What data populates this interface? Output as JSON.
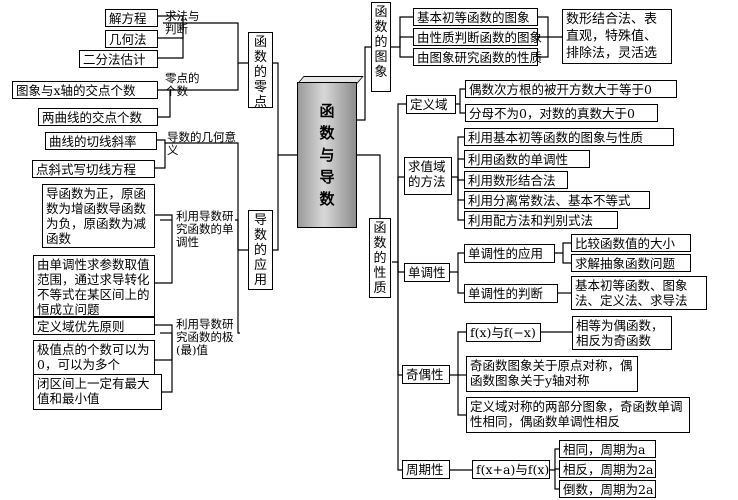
{
  "center": {
    "title": "函数与导数"
  },
  "left": {
    "zero": {
      "title": "函数的零点",
      "label_solve": "求法与判断",
      "label_count": "零点的个数",
      "items": [
        "解方程",
        "几何法",
        "二分法估计",
        "图象与x轴的交点个数",
        "两曲线的交点个数"
      ]
    },
    "deriv": {
      "title": "导数的应用",
      "label_geom": "导数的几何意义",
      "label_mono": "利用导数研究函数的单调性",
      "label_ext": "利用导数研究函数的极(最)值",
      "items": [
        "曲线的切线斜率",
        "点斜式写切线方程",
        "导函数为正，原函数为增函数导函数为负，原函数为减函数",
        "由单调性求参数取值范围，通过求导转化不等式在某区间上的恒成立问题",
        "定义域优先原则",
        "极值点的个数可以为0，可以为多个",
        "闭区间上一定有最大值和最小值"
      ]
    }
  },
  "right": {
    "graph": {
      "title": "函数的图象",
      "items": [
        "基本初等函数的图象",
        "由性质判断函数的图象",
        "由图象研究函数的性质"
      ],
      "method": "数形结合法、表直观，特殊值、排除法，灵活选"
    },
    "props": {
      "title": "函数的性质",
      "domain": {
        "title": "定义域",
        "items": [
          "偶数次方根的被开方数大于等于0",
          "分母不为0，对数的真数大于0"
        ]
      },
      "range": {
        "title": "求值域的方法",
        "items": [
          "利用基本初等函数的图象与性质",
          "利用函数的单调性",
          "利用数形结合法",
          "利用分离常数法、基本不等式",
          "利用配方法和判别式法"
        ]
      },
      "mono": {
        "title": "单调性",
        "app": "单调性的应用",
        "app_items": [
          "比较函数值的大小",
          "求解抽象函数问题"
        ],
        "judge": "单调性的判断",
        "judge_detail": "基本初等函数、图象法、定义法、求导法"
      },
      "parity": {
        "title": "奇偶性",
        "rel": "f(x)与f(−x)",
        "rel_detail": "相等为偶函数，相反为奇函数",
        "sym": "奇函数图象关于原点对称，偶函数图象关于y轴对称",
        "mono": "定义域对称的两部分图象，奇函数单调性相同，偶函数单调性相反"
      },
      "period": {
        "title": "周期性",
        "rel": "f(x+a)与f(x)",
        "items": [
          "相同，周期为a",
          "相反，周期为2a",
          "倒数，周期为2a"
        ]
      }
    }
  }
}
